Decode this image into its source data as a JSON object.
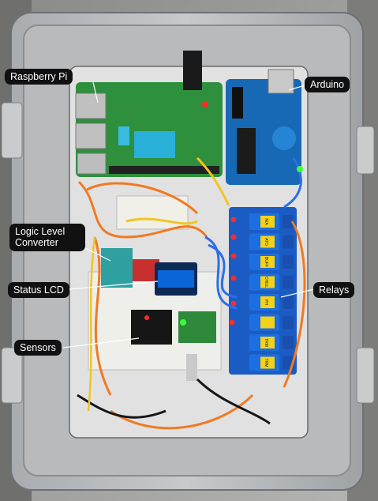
{
  "labels": {
    "raspberry_pi": "Raspberry Pi",
    "arduino": "Arduino",
    "logic_level_converter": "Logic Level Converter",
    "status_lcd": "Status LCD",
    "relays": "Relays",
    "sensors": "Sensors"
  },
  "relay_channels": [
    "N/A",
    "ATO",
    "BUFF",
    "CHILL",
    "PH",
    "",
    "TRM",
    "TRM"
  ],
  "colors": {
    "enclosure_edge": "#8d9093",
    "backplate": "#dcdcdc",
    "pi_board": "#2e8f3c",
    "arduino_board": "#1769b5",
    "relay_board": "#1b5cc4",
    "relay_module": "#1c6fe0",
    "relay_tag": "#f3d21a",
    "wire_orange": "#f07a22",
    "wire_blue": "#2c6ee8",
    "wire_black": "#161616",
    "wire_yellow": "#f2c521",
    "led_red": "#ff2a2a",
    "led_green": "#3cff3c"
  }
}
